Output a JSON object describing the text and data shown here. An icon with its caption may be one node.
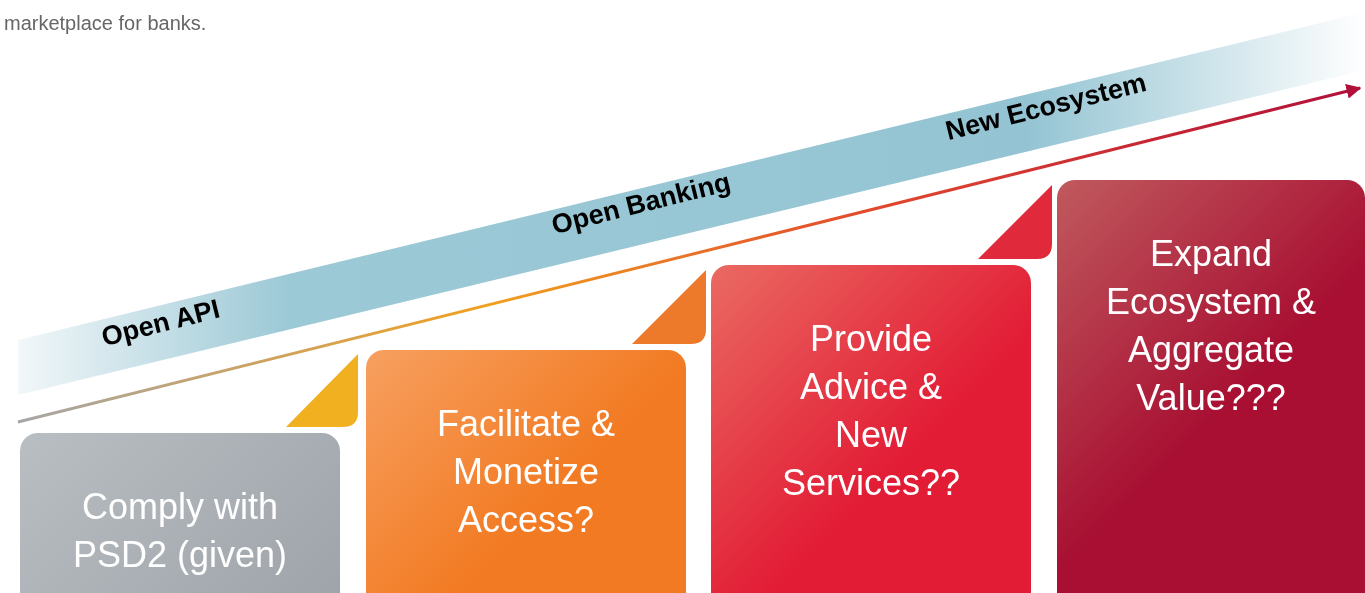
{
  "diagram": {
    "nodes": [
      {
        "text": [
          "Comply with PSD2 (given)"
        ]
      },
      {
        "text": [
          "Facilitate & Monetize Access?"
        ]
      },
      {
        "text": [
          "Provide Advice & New Services??"
        ]
      },
      {
        "text": [
          "Expand Ecosystem & Aggregate Value???"
        ]
      }
    ],
    "labels": [
      "marketplace for banks.",
      "Open API",
      "Open Banking",
      "New Ecosystem"
    ]
  }
}
